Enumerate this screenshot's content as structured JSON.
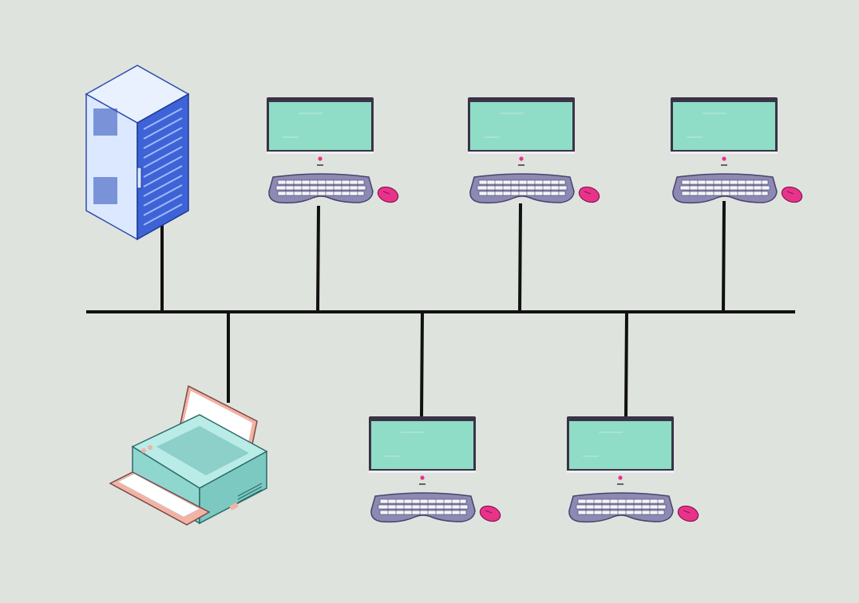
{
  "diagram": {
    "topology": "bus",
    "background": "#dfe3de",
    "bus_color": "#111111",
    "nodes": [
      {
        "id": "server",
        "kind": "server-rack",
        "side": "top"
      },
      {
        "id": "pc-1",
        "kind": "desktop-computer",
        "side": "top"
      },
      {
        "id": "pc-2",
        "kind": "desktop-computer",
        "side": "top"
      },
      {
        "id": "pc-3",
        "kind": "desktop-computer",
        "side": "top"
      },
      {
        "id": "printer",
        "kind": "printer",
        "side": "bottom"
      },
      {
        "id": "pc-4",
        "kind": "desktop-computer",
        "side": "bottom"
      },
      {
        "id": "pc-5",
        "kind": "desktop-computer",
        "side": "bottom"
      }
    ],
    "colors": {
      "screen": "#8fdcc7",
      "monitor_frame": "#3a3346",
      "keyboard": "#8c89b4",
      "mouse": "#e8338a",
      "server_body": "#dbe8ff",
      "server_front": "#3e63d6",
      "printer_body": "#8fd6cf",
      "printer_tray": "#f2b3a4"
    }
  }
}
